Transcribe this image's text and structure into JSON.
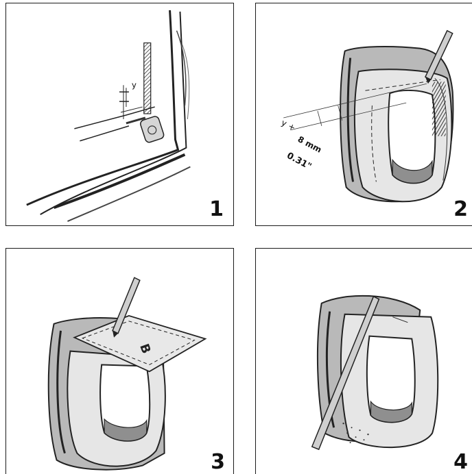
{
  "steps": [
    {
      "number": "1",
      "label_y": "y"
    },
    {
      "number": "2",
      "label_y": "y",
      "label_plus": "+",
      "measure_mm": "8 mm",
      "measure_in": "0.31\""
    },
    {
      "number": "3",
      "template_letter": "B"
    },
    {
      "number": "4"
    }
  ]
}
